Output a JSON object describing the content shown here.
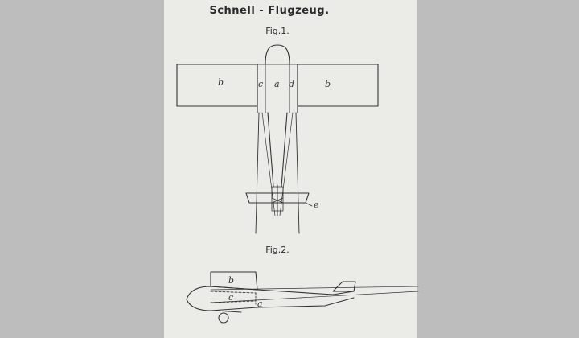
{
  "document": {
    "title": "Schnell - Flugzeug.",
    "figure1_caption": "Fig.1.",
    "figure2_caption": "Fig.2."
  },
  "figure1_labels": {
    "wing_left": "b",
    "inner_left": "c",
    "center": "a",
    "inner_right": "d",
    "wing_right": "b",
    "tail": "e"
  },
  "figure2_labels": {
    "top": "b",
    "middle": "c",
    "lower": "a"
  },
  "colors": {
    "paper": "#ebebe8",
    "background": "#bdbdbd",
    "ink": "#333333"
  }
}
